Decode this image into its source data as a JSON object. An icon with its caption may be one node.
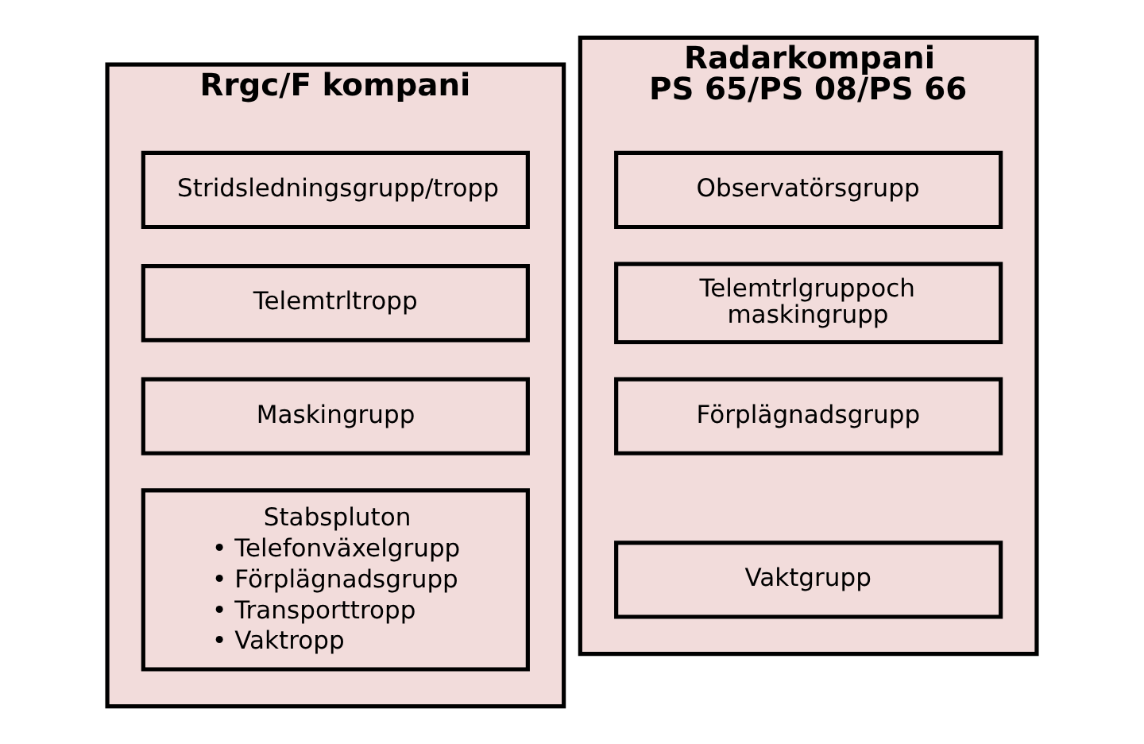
{
  "diagram": {
    "nodes": [
      {
        "text": [
          "Rrgc/F kompani"
        ]
      },
      {
        "text": [
          "Stridsledningsgrupp/tropp"
        ],
        "in": 0
      },
      {
        "text": [
          "Telemtrltropp"
        ],
        "in": 0
      },
      {
        "text": [
          "Maskingrupp"
        ],
        "in": 0
      },
      {
        "text": [
          "Stabspluton",
          "• Telefonväxelgrupp",
          "• Förplägnadsgrupp",
          "• Transporttropp",
          "• Vaktropp"
        ],
        "in": 0
      },
      {
        "text": [
          "Radarkompani",
          "PS 65/PS 08/PS 66"
        ]
      },
      {
        "text": [
          "Observatörsgrupp"
        ],
        "in": 5
      },
      {
        "text": [
          "Telemtrlgruppoch maskingrupp"
        ],
        "in": 5
      },
      {
        "text": [
          "Förplägnadsgrupp"
        ],
        "in": 5
      },
      {
        "text": [
          "Vaktgrupp"
        ],
        "in": 5
      }
    ],
    "edges": []
  }
}
